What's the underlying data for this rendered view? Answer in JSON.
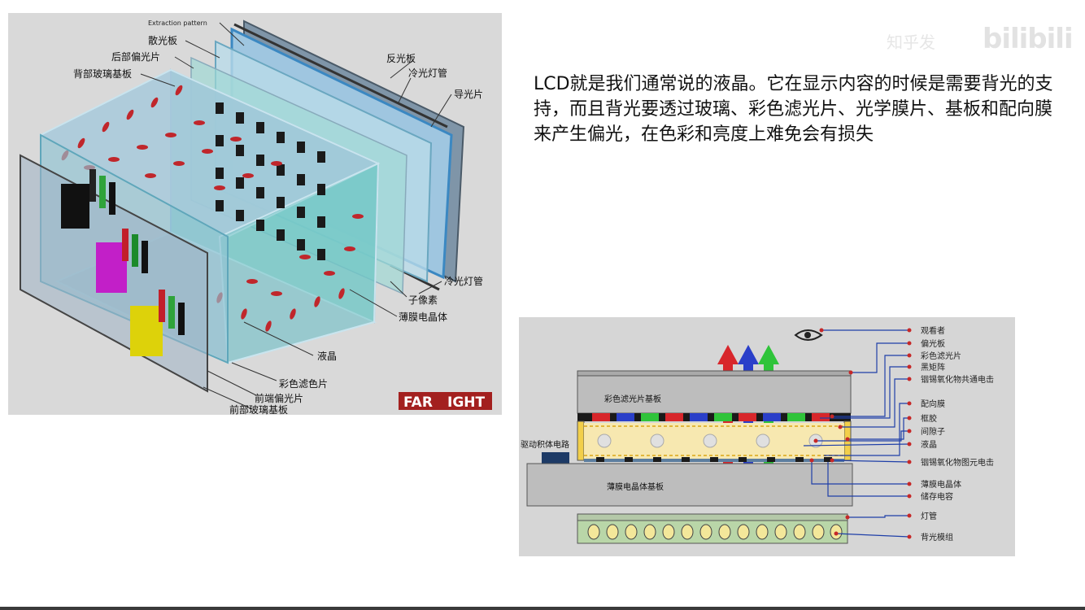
{
  "watermark": {
    "text": "知乎发",
    "logo": "bilibili"
  },
  "caption": {
    "text": "LCD就是我们通常说的液晶。它在显示内容的时候是需要背光的支持，而且背光要透过玻璃、彩色滤光片、光学膜片、基板和配向膜来产生偏光，在色彩和亮度上难免会有损失"
  },
  "left_figure": {
    "labels": {
      "extraction": "Extraction pattern",
      "diffuser": "散光板",
      "rear_polarizer": "后部偏光片",
      "rear_glass": "背部玻璃基板",
      "reflector": "反光板",
      "ccfl_top": "冷光灯管",
      "light_guide": "导光片",
      "ccfl_bottom": "冷光灯管",
      "subpixel": "子像素",
      "tft": "薄膜电晶体",
      "lc": "液晶",
      "color_filter": "彩色滤色片",
      "front_polarizer": "前端偏光片",
      "front_glass": "前部玻璃基板"
    },
    "brand": {
      "name_a": "FAR",
      "name_b": "IGHT"
    }
  },
  "right_figure": {
    "inner": {
      "cf_substrate": "彩色滤光片基板",
      "driver": "驱动积体电路",
      "tft_substrate": "薄膜电晶体基板"
    },
    "labels": [
      "观看者",
      "偏光板",
      "彩色滤光片",
      "黑矩阵",
      "铟锡氧化物共通电击",
      "配向膜",
      "框胶",
      "间隙子",
      "液晶",
      "铟锡氧化物图元电击",
      "薄膜电晶体",
      "储存电容",
      "灯管",
      "背光模组"
    ],
    "colors": {
      "red": "#d8262b",
      "green": "#2fc43a",
      "blue": "#2a3fc9",
      "label_dot": "#c62828"
    }
  }
}
